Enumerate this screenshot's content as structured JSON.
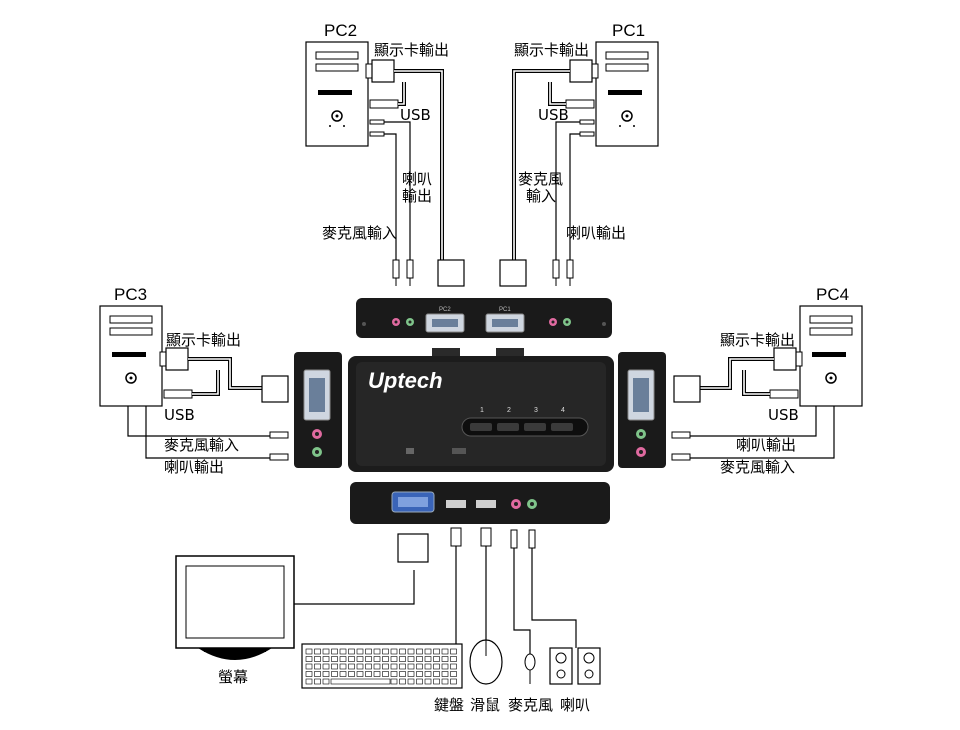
{
  "pcs": [
    {
      "name": "PC1",
      "vga_label": "顯示卡輸出",
      "usb_label": "USB",
      "mic_label": "麥克風\n輸入",
      "spk_label": "喇叭輸出"
    },
    {
      "name": "PC2",
      "vga_label": "顯示卡輸出",
      "usb_label": "USB",
      "mic_label": "麥克風輸入",
      "spk_label": "喇叭\n輸出"
    },
    {
      "name": "PC3",
      "vga_label": "顯示卡輸出",
      "usb_label": "USB",
      "mic_label": "麥克風輸入",
      "spk_label": "喇叭輸出"
    },
    {
      "name": "PC4",
      "vga_label": "顯示卡輸出",
      "usb_label": "USB",
      "mic_label": "麥克風輸入",
      "spk_label": "喇叭輸出"
    }
  ],
  "kvm": {
    "brand": "Uptech",
    "ports": [
      "1",
      "2",
      "3",
      "4"
    ],
    "rear_port_labels": [
      "PC2",
      "PC1"
    ]
  },
  "peripherals": {
    "monitor": "螢幕",
    "keyboard": "鍵盤",
    "mouse": "滑鼠",
    "mic": "麥克風",
    "speaker": "喇叭"
  }
}
